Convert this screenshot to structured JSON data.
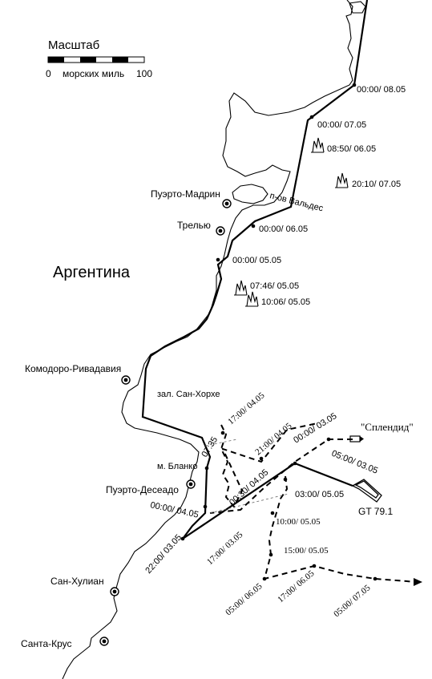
{
  "scale": {
    "title": "Масштаб",
    "min": "0",
    "unit": "морских миль",
    "max": "100"
  },
  "country": "Аргентина",
  "places": {
    "puerto_madryn": "Пуэрто-Мадрин",
    "trelew": "Трелью",
    "comodoro": "Комодоро-Ривадавия",
    "deseado": "Пуэрто-Десеадо",
    "san_julian": "Сан-Хулиан",
    "santa_cruz": "Санта-Крус"
  },
  "features": {
    "valdes": "п-ов Вальдес",
    "gulf": "зал. Сан-Хорхе",
    "blanco": "м. Бланко"
  },
  "ships": {
    "splendid": "\"Сплендид\"",
    "gt": "GT 79.1"
  },
  "times": {
    "t_0805": "00:00/ 08.05",
    "t_0705": "00:00/ 07.05",
    "t_0850_0605": "08:50/ 06.05",
    "t_2010_0705": "20:10/ 07.05",
    "t_0605": "00:00/ 06.05",
    "t_0505": "00:00/ 05.05",
    "t_0746_0505": "07:46/ 05.05",
    "t_1006_0505": "10:06/ 05.05",
    "t_1700_0405": "17:00/ 04.05",
    "t_2100_0405": "21:00/ 04.05",
    "t_0000_0305": "00:00/ 03.05",
    "t_0500_0305": "05:00/ 03.05",
    "t_0735": "07:35",
    "t_0030_0405": "00:30/ 04.05",
    "t_0300_0505": "03:00/ 05.05",
    "t_0000_0405": "00:00/ 04.05",
    "t_1000_0505": "10:00/ 05.05",
    "t_1700_0305": "17:00/ 03.05",
    "t_1500_0505": "15:00/ 05.05",
    "t_2200_0305": "22:00/ 03.05",
    "t_1700_0605": "17:00/ 06.05",
    "t_0500_0605": "05:00/ 06.05",
    "t_0500_0705": "05:00/ 07.05"
  }
}
